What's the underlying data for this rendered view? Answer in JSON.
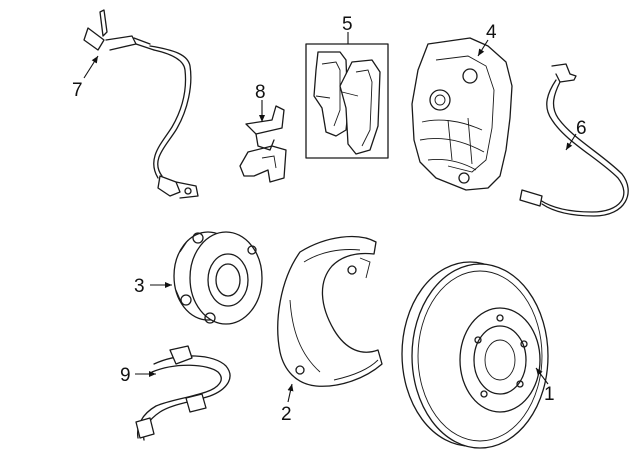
{
  "diagram": {
    "description_parts": [
      {
        "number": "1",
        "part": "rotor"
      },
      {
        "number": "2",
        "part": "splash-shield"
      },
      {
        "number": "3",
        "part": "hub-bearing"
      },
      {
        "number": "4",
        "part": "caliper"
      },
      {
        "number": "5",
        "part": "brake-pads"
      },
      {
        "number": "6",
        "part": "pad-wear-sensor"
      },
      {
        "number": "7",
        "part": "abs-speed-sensor"
      },
      {
        "number": "8",
        "part": "anti-rattle-spring"
      },
      {
        "number": "9",
        "part": "sensor-wire-harness"
      }
    ],
    "callouts": {
      "c1": "1",
      "c2": "2",
      "c3": "3",
      "c4": "4",
      "c5": "5",
      "c6": "6",
      "c7": "7",
      "c8": "8",
      "c9": "9"
    }
  }
}
